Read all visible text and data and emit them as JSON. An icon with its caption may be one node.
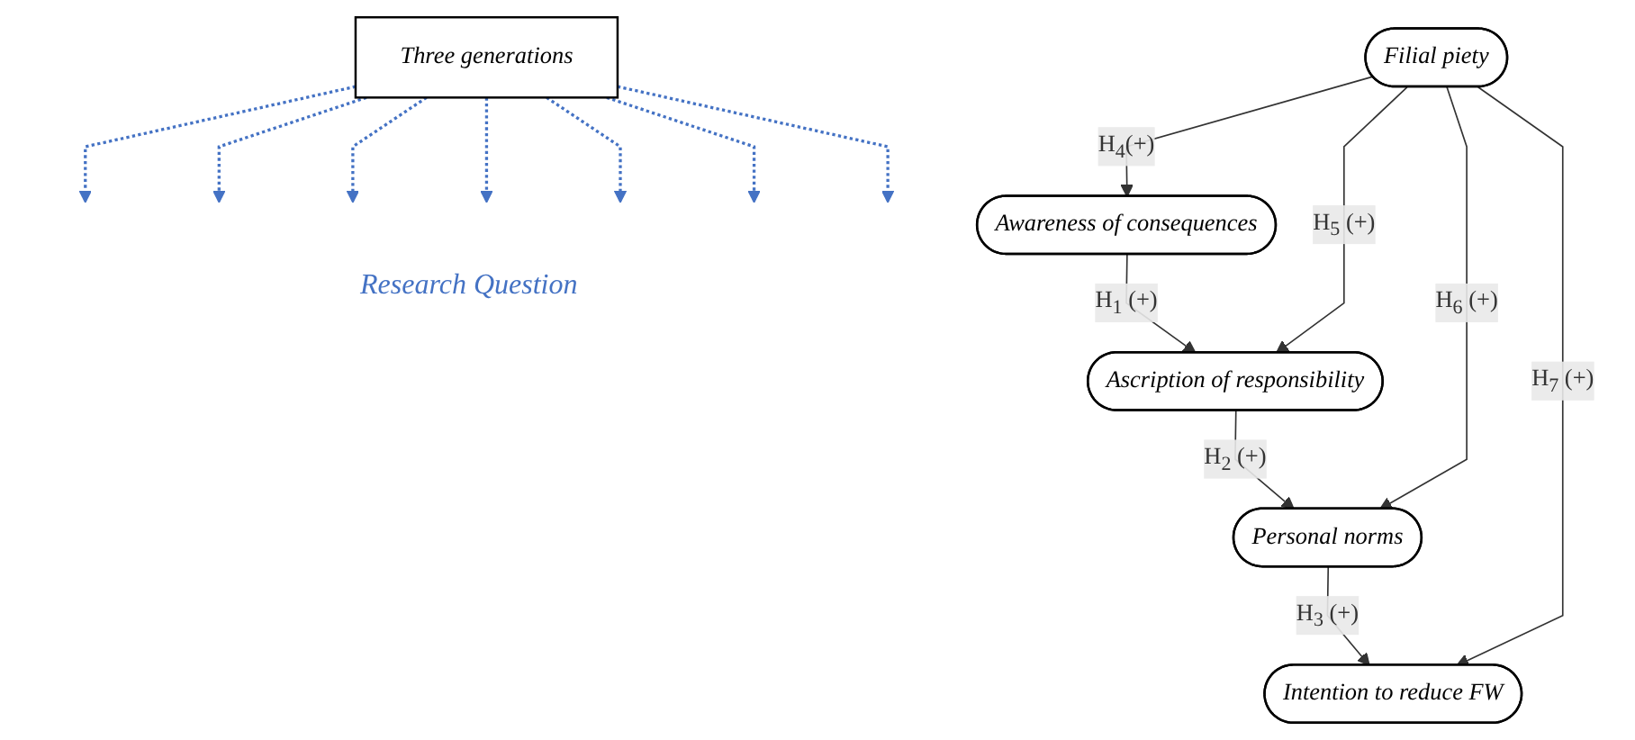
{
  "diagram": {
    "nodes": [
      {
        "text": [
          "Three generations"
        ]
      },
      {
        "text": [
          "Filial piety"
        ]
      },
      {
        "text": [
          "Awareness of consequences"
        ]
      },
      {
        "text": [
          "Ascription of responsibility"
        ]
      },
      {
        "text": [
          "Personal norms"
        ]
      },
      {
        "text": [
          "Intention to reduce FW"
        ]
      }
    ],
    "edges": [
      {
        "from": 1,
        "to": 2,
        "arrow": "to",
        "label": "H$_{4}$(+)"
      },
      {
        "from": 1,
        "to": 3,
        "arrow": "to",
        "label": "H$_{5}$ (+)"
      },
      {
        "from": 1,
        "to": 4,
        "arrow": "to",
        "label": "H$_{6}$ (+)"
      },
      {
        "from": 1,
        "to": 5,
        "arrow": "to",
        "label": "H$_{7}$ (+)"
      },
      {
        "from": 2,
        "to": 3,
        "arrow": "to",
        "label": "H$_{1}$ (+)"
      },
      {
        "from": 3,
        "to": 4,
        "arrow": "to",
        "label": "H$_{2}$ (+)"
      },
      {
        "from": 4,
        "to": 5,
        "arrow": "to",
        "label": "H$_{3}$ (+)"
      },
      {
        "from": 0,
        "to": null,
        "arrow": "to",
        "style": "dashed",
        "color": "#4472c4"
      },
      {
        "from": 0,
        "to": null,
        "arrow": "to",
        "style": "dashed",
        "color": "#4472c4"
      },
      {
        "from": 0,
        "to": null,
        "arrow": "to",
        "style": "dashed",
        "color": "#4472c4"
      },
      {
        "from": 0,
        "to": null,
        "arrow": "to",
        "style": "dashed",
        "color": "#4472c4"
      },
      {
        "from": 0,
        "to": null,
        "arrow": "to",
        "style": "dashed",
        "color": "#4472c4"
      },
      {
        "from": 0,
        "to": null,
        "arrow": "to",
        "style": "dashed",
        "color": "#4472c4"
      },
      {
        "from": 0,
        "to": null,
        "arrow": "to",
        "style": "dashed",
        "color": "#4472c4"
      }
    ],
    "labels": [
      "Research Question"
    ]
  }
}
